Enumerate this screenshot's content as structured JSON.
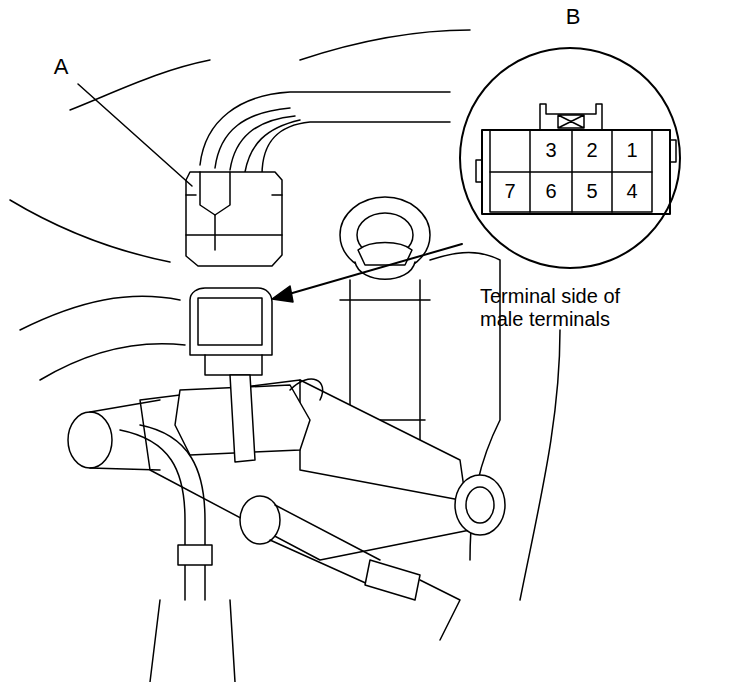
{
  "diagram": {
    "labels": [
      "A",
      "B",
      "Terminal side of male terminals",
      "3",
      "2",
      "1",
      "7",
      "6",
      "5",
      "4"
    ]
  }
}
